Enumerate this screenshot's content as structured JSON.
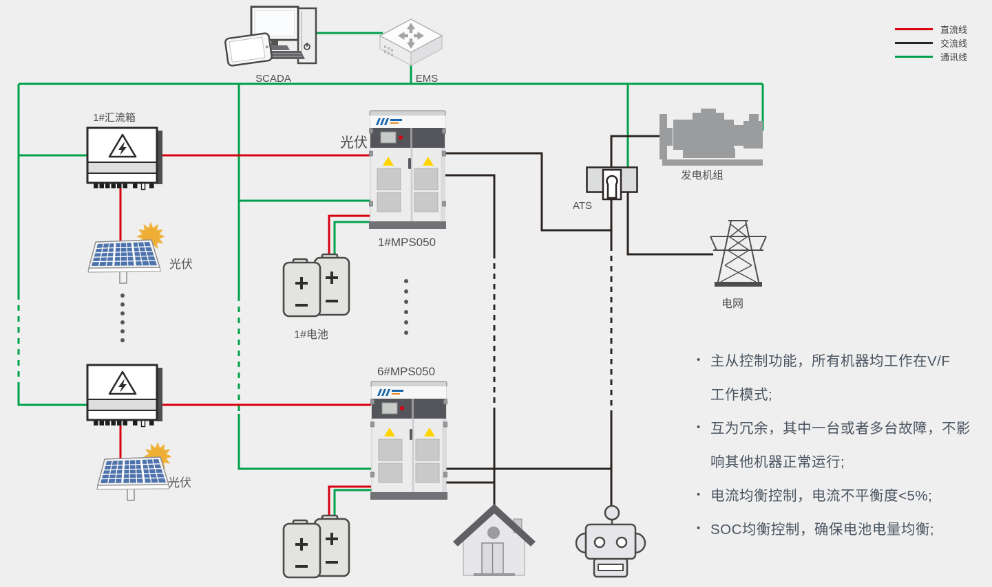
{
  "legend": {
    "items": [
      {
        "label": "直流线",
        "color": "#d7000f"
      },
      {
        "label": "交流线",
        "color": "#2b2522"
      },
      {
        "label": "通讯线",
        "color": "#00a04b"
      }
    ]
  },
  "labels": {
    "scada": "SCADA",
    "ems": "EMS",
    "combiner1": "1#汇流箱",
    "pv_left_top": "光伏",
    "pv_left_bottom": "光伏",
    "pv_center": "光伏",
    "mps1": "1#MPS050",
    "mps6": "6#MPS050",
    "battery1": "1#电池",
    "ats": "ATS",
    "generator": "发电机组",
    "grid": "电网"
  },
  "colors": {
    "dc_line": "#d7000f",
    "ac_line": "#2b2522",
    "comm_line": "#00a04b"
  },
  "features": {
    "lines": [
      {
        "bullet": true,
        "text": "主从控制功能，所有机器均工作在V/F"
      },
      {
        "bullet": false,
        "text": "工作模式;"
      },
      {
        "bullet": true,
        "text": "互为冗余，其中一台或者多台故障，不影"
      },
      {
        "bullet": false,
        "text": "响其他机器正常运行;"
      },
      {
        "bullet": true,
        "text": "电流均衡控制，电流不平衡度<5%;"
      },
      {
        "bullet": true,
        "text": "SOC均衡控制，确保电池电量均衡;"
      }
    ]
  }
}
